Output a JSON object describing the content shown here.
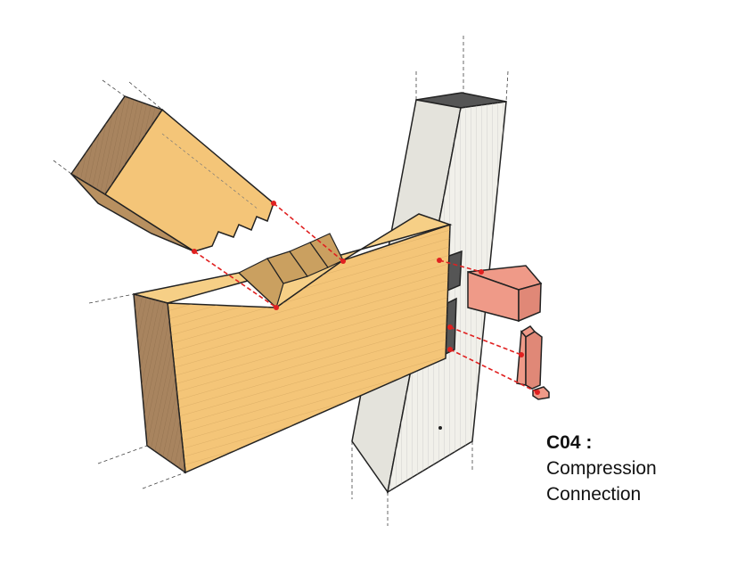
{
  "caption": {
    "code": "C04 :",
    "line1": "Compression",
    "line2": "Connection"
  },
  "colors": {
    "timber": "#f4c578",
    "timber_end": "#a8845f",
    "column": "#e9e8e2",
    "connector": "#ef9a88",
    "dash": "#e02020"
  }
}
